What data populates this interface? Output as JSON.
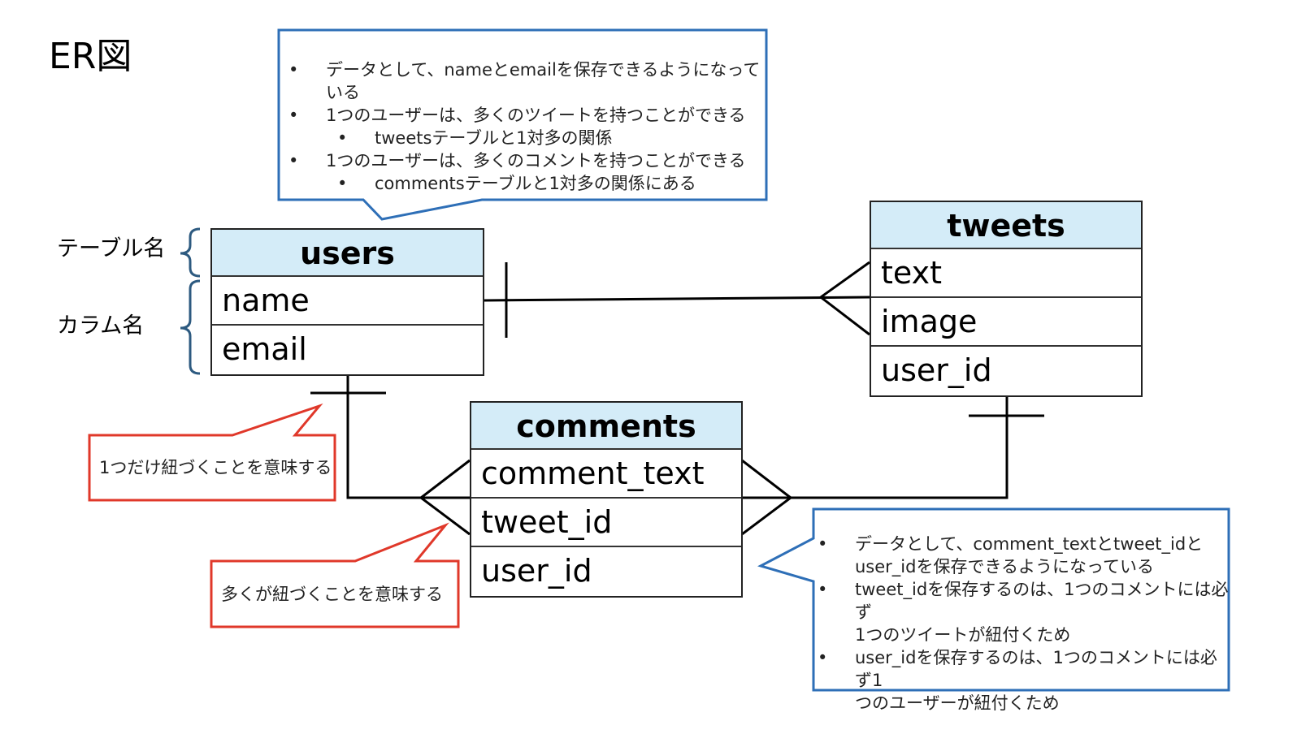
{
  "page_title": "ER図",
  "legend": {
    "table_name_label": "テーブル名",
    "column_name_label": "カラム名"
  },
  "tables": {
    "users": {
      "name": "users",
      "columns": [
        "name",
        "email"
      ]
    },
    "tweets": {
      "name": "tweets",
      "columns": [
        "text",
        "image",
        "user_id"
      ]
    },
    "comments": {
      "name": "comments",
      "columns": [
        "comment_text",
        "tweet_id",
        "user_id"
      ]
    }
  },
  "relationships": [
    {
      "from": "users",
      "to": "tweets",
      "type": "one-to-many"
    },
    {
      "from": "users",
      "to": "comments",
      "type": "one-to-many"
    },
    {
      "from": "tweets",
      "to": "comments",
      "type": "one-to-many"
    }
  ],
  "callouts": {
    "users_note": {
      "items": [
        {
          "text": "データとして、nameとemailを保存できるようになっている",
          "level": 1
        },
        {
          "text": "1つのユーザーは、多くのツイートを持つことができる",
          "level": 1
        },
        {
          "text": "tweetsテーブルと1対多の関係",
          "level": 2
        },
        {
          "text": "1つのユーザーは、多くのコメントを持つことができる",
          "level": 1
        },
        {
          "text": "commentsテーブルと1対多の関係にある",
          "level": 2
        }
      ]
    },
    "comments_note": {
      "items": [
        {
          "line1": "データとして、comment_textとtweet_idと",
          "line2": "user_idを保存できるようになっている"
        },
        {
          "line1": "tweet_idを保存するのは、1つのコメントには必ず",
          "line2": "1つのツイートが紐付くため"
        },
        {
          "line1": "user_idを保存するのは、1つのコメントには必ず1",
          "line2": "つのユーザーが紐付くため"
        }
      ]
    },
    "one_marker_note": "1つだけ紐づくことを意味する",
    "many_marker_note": "多くが紐づくことを意味する"
  },
  "colors": {
    "header_fill": "#d4ecf8",
    "note_border": "#2e6fb7",
    "marker_note_border": "#e0382a",
    "bracket": "#2d5a80"
  }
}
